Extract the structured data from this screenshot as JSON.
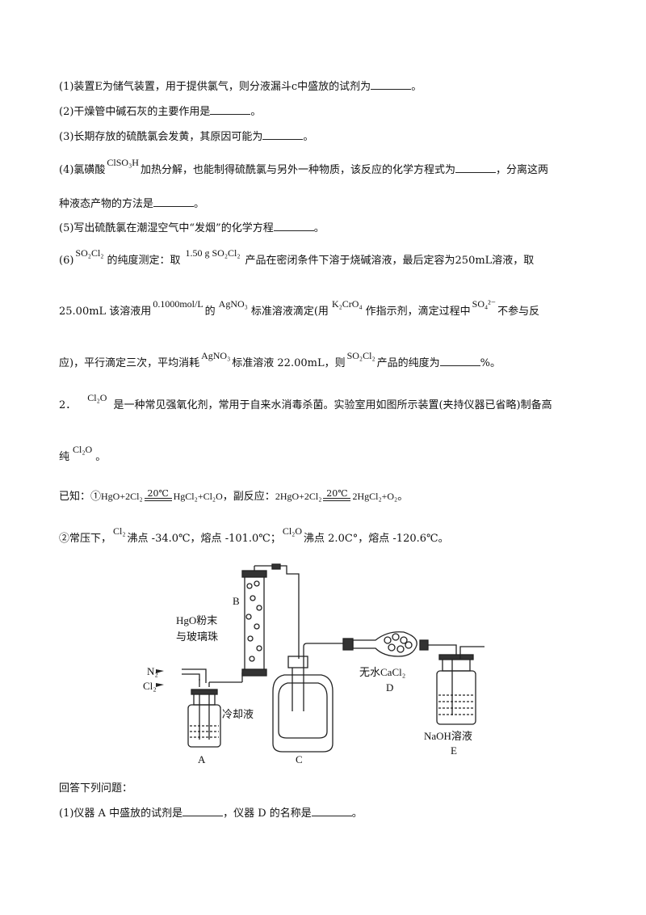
{
  "questions_part1": {
    "q1": {
      "text": "(1)装置E为储气装置，用于提供氯气，则分液漏斗c中盛放的试剂为",
      "end": "。"
    },
    "q2": {
      "text": "(2)干燥管中碱石灰的主要作用是",
      "end": "。"
    },
    "q3": {
      "text": "(3)长期存放的硫酰氯会发黄，其原因可能为",
      "end": "。"
    },
    "q4": {
      "prefix": "(4)氯磺酸",
      "formula": "ClSO₃H",
      "text": "加热分解，也能制得硫酰氯与另外一种物质，该反应的化学方程式为",
      "tail": "，分离这两",
      "line2": "种液态产物的方法是",
      "end": "。"
    },
    "q5": {
      "text": "(5)写出硫酰氯在潮湿空气中“发烟”的化学方程",
      "end": "。"
    },
    "q6": {
      "prefix": "(6)",
      "f_so2cl2": "SO₂Cl₂",
      "t1": "的纯度测定：取",
      "mass": "1.50 g SO₂Cl₂",
      "t2": "产品在密闭条件下溶于烧碱溶液，最后定容为250mL溶液，取",
      "l2_a": "25.00mL 该溶液用",
      "conc": "0.1000mol/L",
      "l2_b": "的",
      "agno3": "AgNO₃",
      "l2_c": "标准溶液滴定(用",
      "k2cro4": "K₂CrO₄",
      "l2_d": "作指示剂，滴定过程中",
      "so4": "SO₄²⁻",
      "l2_e": "不参与反",
      "l3_a": "应)，平行滴定三次，平均消耗",
      "l3_b": "标准溶液 22.00mL，则",
      "l3_c": "产品的纯度为",
      "end": "%。"
    }
  },
  "problem2": {
    "num": "2．",
    "cl2o": "Cl₂O",
    "intro": "是一种常见强氧化剂，常用于自来水消毒杀菌。实验室用如图所示装置(夹持仪器已省略)制备高",
    "l2": "纯",
    "l2_end": "。",
    "known": "已知：①",
    "eq1_left": "HgO+2Cl₂",
    "eq1_right": "HgCl₂+Cl₂O",
    "cond": "20℃",
    "side": "，副反应：",
    "eq2_left": "2HgO+2Cl₂",
    "eq2_right": "2HgCl₂+O₂",
    "eq2_end": "。",
    "p2_a": "②常压下，",
    "cl2": "Cl₂",
    "p2_b": "沸点 -34.0℃，熔点 -101.0℃；",
    "p2_c": "沸点 2.0C°，熔点 -120.6℃。"
  },
  "diagram": {
    "labels": {
      "B": "B",
      "hgo1": "HgO粉末",
      "hgo2": "与玻璃珠",
      "N2": "N₂",
      "Cl2": "Cl₂",
      "A": "A",
      "cool": "冷却液",
      "C": "C",
      "cacl2": "无水CaCl₂",
      "D": "D",
      "naoh": "NaOH溶液",
      "E": "E"
    }
  },
  "answer": {
    "heading": "回答下列问题：",
    "q1": "(1)仪器 A 中盛放的试剂是",
    "q1_mid": "，仪器 D 的名称是",
    "q1_end": "。"
  }
}
